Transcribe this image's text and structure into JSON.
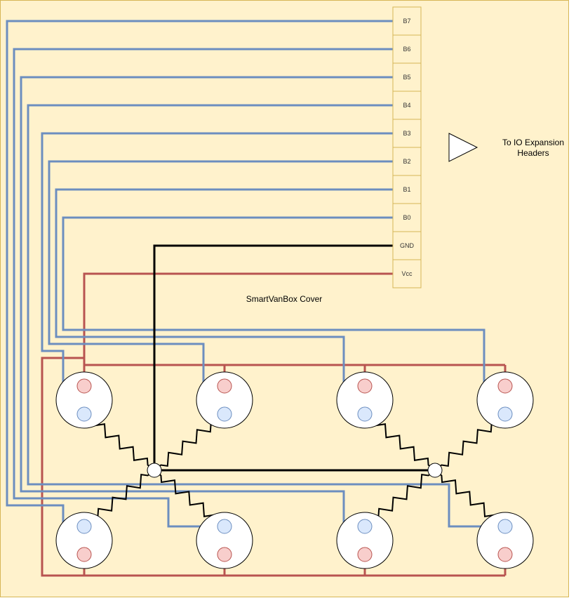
{
  "title": "SmartVanBox Cover",
  "connector": {
    "pins": [
      "B7",
      "B6",
      "B5",
      "B4",
      "B3",
      "B2",
      "B1",
      "B0",
      "GND",
      "Vcc"
    ]
  },
  "io_expansion": {
    "line1": "To IO Expansion",
    "line2": "Headers"
  },
  "colors": {
    "background": "#fff2cc",
    "border": "#d6b656",
    "signal_wire": "#6c8ebf",
    "power_wire": "#b85450",
    "ground_wire": "#000000",
    "red_terminal_fill": "#f8cecc",
    "blue_terminal_fill": "#dae8fc"
  },
  "sensors": {
    "count": 8
  }
}
